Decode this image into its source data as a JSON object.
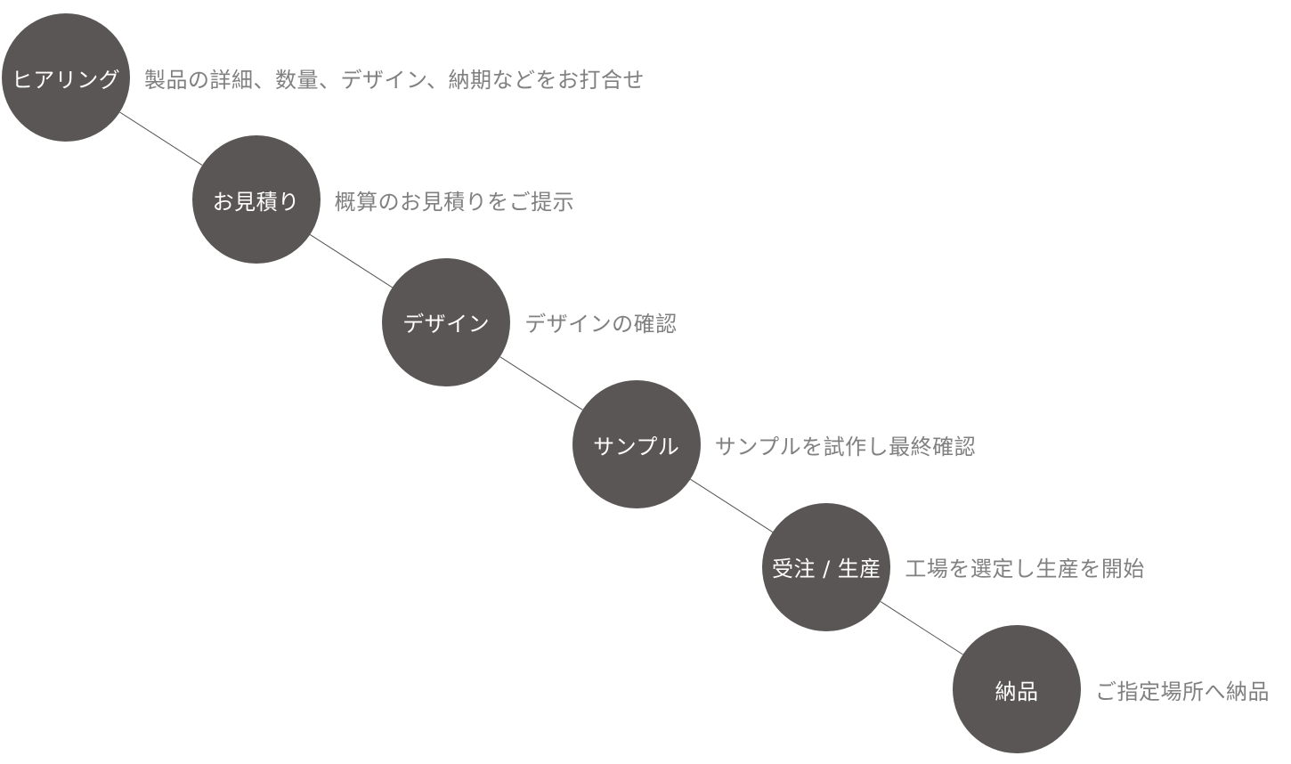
{
  "colors": {
    "circle_fill": "#5b5656",
    "circle_text": "#ffffff",
    "description_text": "#808080",
    "connector": "#555555"
  },
  "steps": [
    {
      "label": "ヒアリング",
      "description": "製品の詳細、数量、デザイン、納期などをお打合せ"
    },
    {
      "label": "お見積り",
      "description": "概算のお見積りをご提示"
    },
    {
      "label": "デザイン",
      "description": "デザインの確認"
    },
    {
      "label": "サンプル",
      "description": "サンプルを試作し最終確認"
    },
    {
      "label": "受注 / 生産",
      "description": "工場を選定し生産を開始"
    },
    {
      "label": "納品",
      "description": "ご指定場所へ納品"
    }
  ]
}
